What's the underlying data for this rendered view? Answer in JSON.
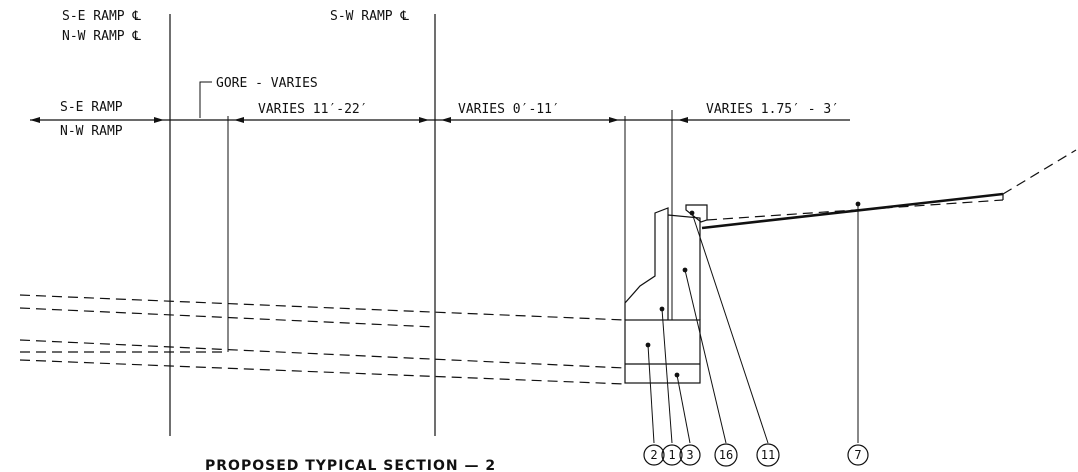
{
  "labels": {
    "se_ramp_cl": "S-E RAMP ℄",
    "nw_ramp_cl": "N-W RAMP ℄",
    "sw_ramp_cl": "S-W RAMP ℄",
    "gore": "GORE - VARIES",
    "se_ramp": "S-E RAMP",
    "nw_ramp": "N-W RAMP"
  },
  "dimensions": {
    "varies_a": "VARIES 11′-22′",
    "varies_b": "VARIES 0′-11′",
    "varies_c": "VARIES 1.75′ - 3′"
  },
  "callouts": [
    "2",
    "1",
    "3",
    "16",
    "11",
    "7"
  ],
  "title": "PROPOSED TYPICAL SECTION — 2"
}
